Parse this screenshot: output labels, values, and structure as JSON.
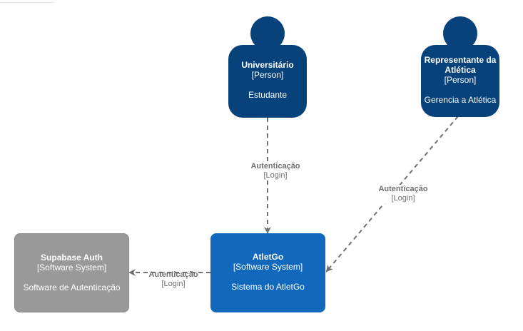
{
  "colors": {
    "person": "#08427b",
    "internal_system": "#1168bd",
    "external_system": "#999999",
    "edge": "#707070"
  },
  "persons": [
    {
      "id": "universitario",
      "name": "Universitário",
      "type": "[Person]",
      "description": "Estudante"
    },
    {
      "id": "representante",
      "name": "Representante da Atlética",
      "type": "[Person]",
      "description": "Gerencia a Atlética"
    }
  ],
  "systems": [
    {
      "id": "atletgo",
      "name": "AtletGo",
      "type": "[Software System]",
      "description": "Sistema do AtletGo"
    },
    {
      "id": "supabase",
      "name": "Supabase Auth",
      "type": "[Software System]",
      "description": "Software de Autenticação"
    }
  ],
  "relationships": [
    {
      "from": "universitario",
      "to": "atletgo",
      "label": "Autenticação",
      "technology": "[Login]"
    },
    {
      "from": "representante",
      "to": "atletgo",
      "label": "Autenticação",
      "technology": "[Login]"
    },
    {
      "from": "atletgo",
      "to": "supabase",
      "label": "Autenticação",
      "technology": "[Login]"
    }
  ]
}
